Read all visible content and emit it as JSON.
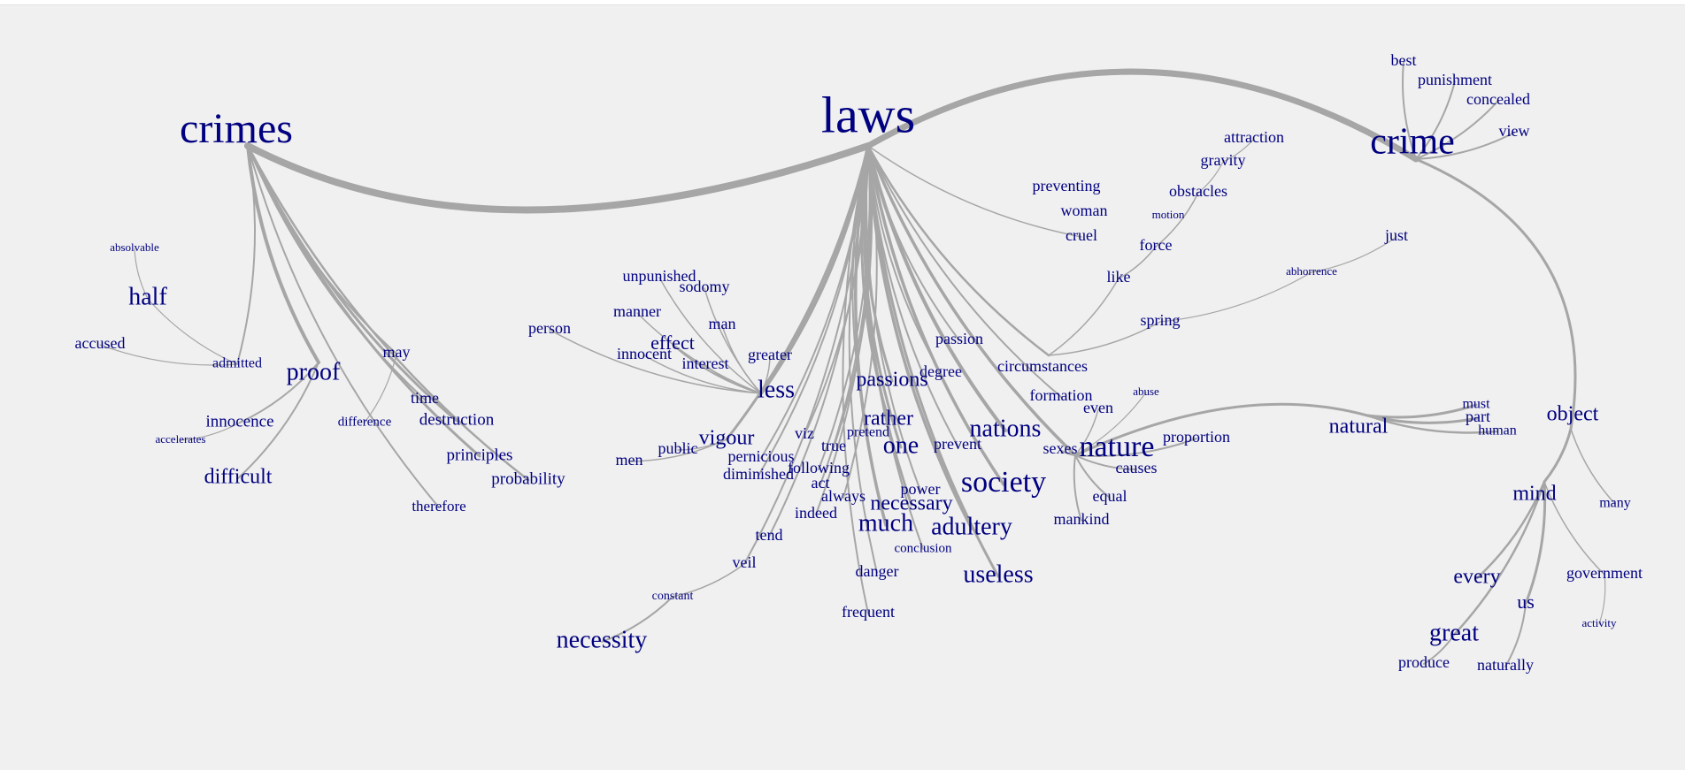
{
  "colors": {
    "word": "#000080",
    "edge": "#a6a6a6",
    "background": "#f0f0f0"
  },
  "words": [
    {
      "id": "laws",
      "text": "laws",
      "size": 58
    },
    {
      "id": "crimes",
      "text": "crimes",
      "size": 48
    },
    {
      "id": "crime",
      "text": "crime",
      "size": 42
    },
    {
      "id": "best",
      "text": "best",
      "size": 18
    },
    {
      "id": "punishment",
      "text": "punishment",
      "size": 18
    },
    {
      "id": "concealed",
      "text": "concealed",
      "size": 18
    },
    {
      "id": "view",
      "text": "view",
      "size": 18
    },
    {
      "id": "attraction",
      "text": "attraction",
      "size": 18
    },
    {
      "id": "gravity",
      "text": "gravity",
      "size": 18
    },
    {
      "id": "obstacles",
      "text": "obstacles",
      "size": 18
    },
    {
      "id": "preventing",
      "text": "preventing",
      "size": 18
    },
    {
      "id": "woman",
      "text": "woman",
      "size": 18
    },
    {
      "id": "cruel",
      "text": "cruel",
      "size": 18
    },
    {
      "id": "motion",
      "text": "motion",
      "size": 13
    },
    {
      "id": "force",
      "text": "force",
      "size": 18
    },
    {
      "id": "just",
      "text": "just",
      "size": 18
    },
    {
      "id": "abhorrence",
      "text": "abhorrence",
      "size": 13
    },
    {
      "id": "like",
      "text": "like",
      "size": 18
    },
    {
      "id": "spring",
      "text": "spring",
      "size": 18
    },
    {
      "id": "absolvable",
      "text": "absolvable",
      "size": 13
    },
    {
      "id": "half",
      "text": "half",
      "size": 28
    },
    {
      "id": "accused",
      "text": "accused",
      "size": 18
    },
    {
      "id": "admitted",
      "text": "admitted",
      "size": 16
    },
    {
      "id": "proof",
      "text": "proof",
      "size": 28
    },
    {
      "id": "may",
      "text": "may",
      "size": 18
    },
    {
      "id": "time",
      "text": "time",
      "size": 18
    },
    {
      "id": "destruction",
      "text": "destruction",
      "size": 19
    },
    {
      "id": "innocence",
      "text": "innocence",
      "size": 19
    },
    {
      "id": "difference",
      "text": "difference",
      "size": 15
    },
    {
      "id": "accelerates",
      "text": "accelerates",
      "size": 13
    },
    {
      "id": "difficult",
      "text": "difficult",
      "size": 24
    },
    {
      "id": "principles",
      "text": "principles",
      "size": 19
    },
    {
      "id": "probability",
      "text": "probability",
      "size": 19
    },
    {
      "id": "therefore",
      "text": "therefore",
      "size": 17
    },
    {
      "id": "unpunished",
      "text": "unpunished",
      "size": 18
    },
    {
      "id": "sodomy",
      "text": "sodomy",
      "size": 18
    },
    {
      "id": "manner",
      "text": "manner",
      "size": 18
    },
    {
      "id": "man",
      "text": "man",
      "size": 18
    },
    {
      "id": "person",
      "text": "person",
      "size": 18
    },
    {
      "id": "effect",
      "text": "effect",
      "size": 22
    },
    {
      "id": "innocent",
      "text": "innocent",
      "size": 18
    },
    {
      "id": "interest",
      "text": "interest",
      "size": 18
    },
    {
      "id": "greater",
      "text": "greater",
      "size": 18
    },
    {
      "id": "less",
      "text": "less",
      "size": 28
    },
    {
      "id": "passion",
      "text": "passion",
      "size": 18
    },
    {
      "id": "passions",
      "text": "passions",
      "size": 24
    },
    {
      "id": "degree",
      "text": "degree",
      "size": 18
    },
    {
      "id": "circumstances",
      "text": "circumstances",
      "size": 18
    },
    {
      "id": "formation",
      "text": "formation",
      "size": 18
    },
    {
      "id": "abuse",
      "text": "abuse",
      "size": 13
    },
    {
      "id": "even",
      "text": "even",
      "size": 18
    },
    {
      "id": "rather",
      "text": "rather",
      "size": 24
    },
    {
      "id": "nations",
      "text": "nations",
      "size": 28
    },
    {
      "id": "proportion",
      "text": "proportion",
      "size": 18
    },
    {
      "id": "natural",
      "text": "natural",
      "size": 24
    },
    {
      "id": "must",
      "text": "must",
      "size": 16
    },
    {
      "id": "part",
      "text": "part",
      "size": 18
    },
    {
      "id": "human",
      "text": "human",
      "size": 16
    },
    {
      "id": "object",
      "text": "object",
      "size": 24
    },
    {
      "id": "men",
      "text": "men",
      "size": 18
    },
    {
      "id": "public",
      "text": "public",
      "size": 18
    },
    {
      "id": "vigour",
      "text": "vigour",
      "size": 24
    },
    {
      "id": "viz",
      "text": "viz",
      "size": 18
    },
    {
      "id": "pretend",
      "text": "pretend",
      "size": 16
    },
    {
      "id": "true",
      "text": "true",
      "size": 18
    },
    {
      "id": "one",
      "text": "one",
      "size": 28
    },
    {
      "id": "prevent",
      "text": "prevent",
      "size": 18
    },
    {
      "id": "sexes",
      "text": "sexes",
      "size": 18
    },
    {
      "id": "nature",
      "text": "nature",
      "size": 34
    },
    {
      "id": "causes",
      "text": "causes",
      "size": 18
    },
    {
      "id": "pernicious",
      "text": "pernicious",
      "size": 18
    },
    {
      "id": "following",
      "text": "following",
      "size": 18
    },
    {
      "id": "diminished",
      "text": "diminished",
      "size": 18
    },
    {
      "id": "act",
      "text": "act",
      "size": 18
    },
    {
      "id": "society",
      "text": "society",
      "size": 34
    },
    {
      "id": "power",
      "text": "power",
      "size": 18
    },
    {
      "id": "always",
      "text": "always",
      "size": 18
    },
    {
      "id": "necessary",
      "text": "necessary",
      "size": 24
    },
    {
      "id": "equal",
      "text": "equal",
      "size": 18
    },
    {
      "id": "mind",
      "text": "mind",
      "size": 24
    },
    {
      "id": "many",
      "text": "many",
      "size": 16
    },
    {
      "id": "indeed",
      "text": "indeed",
      "size": 18
    },
    {
      "id": "much",
      "text": "much",
      "size": 28
    },
    {
      "id": "adultery",
      "text": "adultery",
      "size": 28
    },
    {
      "id": "mankind",
      "text": "mankind",
      "size": 18
    },
    {
      "id": "tend",
      "text": "tend",
      "size": 18
    },
    {
      "id": "conclusion",
      "text": "conclusion",
      "size": 15
    },
    {
      "id": "veil",
      "text": "veil",
      "size": 18
    },
    {
      "id": "danger",
      "text": "danger",
      "size": 18
    },
    {
      "id": "useless",
      "text": "useless",
      "size": 28
    },
    {
      "id": "every",
      "text": "every",
      "size": 24
    },
    {
      "id": "government",
      "text": "government",
      "size": 18
    },
    {
      "id": "constant",
      "text": "constant",
      "size": 14
    },
    {
      "id": "us",
      "text": "us",
      "size": 22
    },
    {
      "id": "frequent",
      "text": "frequent",
      "size": 18
    },
    {
      "id": "activity",
      "text": "activity",
      "size": 13
    },
    {
      "id": "great",
      "text": "great",
      "size": 28
    },
    {
      "id": "necessity",
      "text": "necessity",
      "size": 28
    },
    {
      "id": "produce",
      "text": "produce",
      "size": 18
    },
    {
      "id": "naturally",
      "text": "naturally",
      "size": 18
    }
  ],
  "edges": [
    [
      "crimes",
      "laws",
      8
    ],
    [
      "laws",
      "crime",
      7
    ],
    [
      "crime",
      "best",
      2
    ],
    [
      "crime",
      "punishment",
      2
    ],
    [
      "crime",
      "concealed",
      2
    ],
    [
      "crime",
      "view",
      2
    ],
    [
      "crime",
      "object",
      3
    ],
    [
      "laws",
      "cruel",
      1.5
    ],
    [
      "crimes",
      "admitted",
      2
    ],
    [
      "crimes",
      "proof",
      4
    ],
    [
      "crimes",
      "may",
      2
    ],
    [
      "crimes",
      "time",
      2
    ],
    [
      "crimes",
      "destruction",
      3
    ],
    [
      "crimes",
      "principles",
      3
    ],
    [
      "crimes",
      "probability",
      2.5
    ],
    [
      "crimes",
      "therefore",
      2
    ],
    [
      "admitted",
      "half",
      1.2
    ],
    [
      "admitted",
      "accused",
      1.2
    ],
    [
      "half",
      "absolvable",
      1.2
    ],
    [
      "proof",
      "innocence",
      2
    ],
    [
      "proof",
      "difficult",
      2
    ],
    [
      "innocence",
      "accelerates",
      1.2
    ],
    [
      "may",
      "difference",
      1.2
    ],
    [
      "laws",
      "less",
      4
    ],
    [
      "laws",
      "vigour",
      3
    ],
    [
      "laws",
      "passions",
      3
    ],
    [
      "laws",
      "rather",
      3
    ],
    [
      "laws",
      "one",
      3
    ],
    [
      "laws",
      "nations",
      4
    ],
    [
      "laws",
      "nature",
      3.5
    ],
    [
      "laws",
      "society",
      3.5
    ],
    [
      "laws",
      "much",
      3.5
    ],
    [
      "laws",
      "necessary",
      3
    ],
    [
      "laws",
      "adultery",
      3.5
    ],
    [
      "laws",
      "useless",
      3
    ],
    [
      "laws",
      "viz",
      2
    ],
    [
      "laws",
      "true",
      2
    ],
    [
      "laws",
      "pretend",
      2
    ],
    [
      "laws",
      "act",
      2
    ],
    [
      "laws",
      "always",
      2
    ],
    [
      "laws",
      "indeed",
      2
    ],
    [
      "laws",
      "power",
      2
    ],
    [
      "laws",
      "circumstances",
      2.5
    ],
    [
      "laws",
      "pernicious",
      2
    ],
    [
      "laws",
      "following",
      2
    ],
    [
      "laws",
      "diminished",
      2
    ],
    [
      "laws",
      "prevent",
      2
    ],
    [
      "laws",
      "tend",
      2
    ],
    [
      "laws",
      "veil",
      2
    ],
    [
      "laws",
      "danger",
      2
    ],
    [
      "laws",
      "frequent",
      2
    ],
    [
      "laws",
      "conclusion",
      2
    ],
    [
      "laws",
      "degree",
      2
    ],
    [
      "laws",
      "passion",
      2
    ],
    [
      "laws",
      "formation",
      2
    ],
    [
      "less",
      "unpunished",
      1.5
    ],
    [
      "less",
      "sodomy",
      1.5
    ],
    [
      "less",
      "manner",
      1.5
    ],
    [
      "less",
      "man",
      1.5
    ],
    [
      "less",
      "person",
      1.5
    ],
    [
      "less",
      "effect",
      2
    ],
    [
      "less",
      "innocent",
      1.5
    ],
    [
      "less",
      "interest",
      1.5
    ],
    [
      "less",
      "greater",
      1.5
    ],
    [
      "vigour",
      "men",
      1.5
    ],
    [
      "vigour",
      "public",
      1.5
    ],
    [
      "veil",
      "constant",
      1.5
    ],
    [
      "constant",
      "necessity",
      2
    ],
    [
      "circumstances",
      "like",
      1.5
    ],
    [
      "circumstances",
      "spring",
      1.5
    ],
    [
      "like",
      "force",
      1.5
    ],
    [
      "force",
      "obstacles",
      1.5
    ],
    [
      "obstacles",
      "gravity",
      1.2
    ],
    [
      "gravity",
      "attraction",
      1.2
    ],
    [
      "spring",
      "abhorrence",
      1.2
    ],
    [
      "abhorrence",
      "just",
      1.2
    ],
    [
      "nature",
      "sexes",
      2
    ],
    [
      "nature",
      "causes",
      2
    ],
    [
      "nature",
      "equal",
      2
    ],
    [
      "nature",
      "mankind",
      2
    ],
    [
      "nature",
      "proportion",
      2
    ],
    [
      "nature",
      "natural",
      3
    ],
    [
      "nature",
      "even",
      1.5
    ],
    [
      "nature",
      "abuse",
      1.2
    ],
    [
      "natural",
      "must",
      3
    ],
    [
      "natural",
      "part",
      3
    ],
    [
      "natural",
      "human",
      2.5
    ],
    [
      "object",
      "mind",
      3
    ],
    [
      "object",
      "many",
      1.5
    ],
    [
      "mind",
      "every",
      2.5
    ],
    [
      "mind",
      "us",
      3
    ],
    [
      "mind",
      "great",
      2.5
    ],
    [
      "mind",
      "government",
      1.5
    ],
    [
      "government",
      "activity",
      1.2
    ],
    [
      "us",
      "naturally",
      2
    ],
    [
      "great",
      "produce",
      2
    ]
  ]
}
